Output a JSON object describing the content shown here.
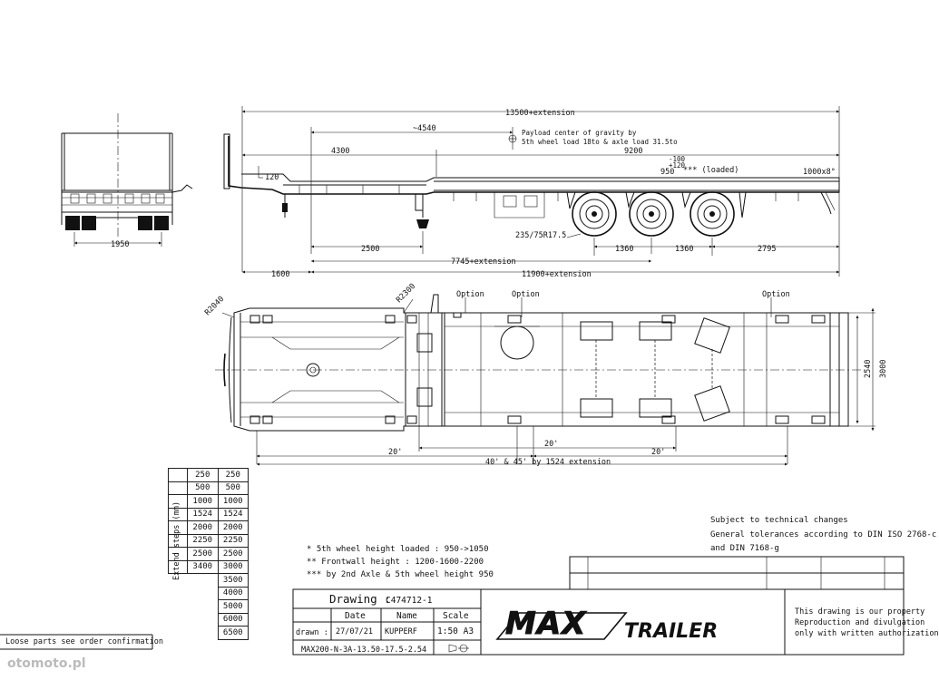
{
  "dimensions": {
    "overall_length": "13500+extension",
    "gooseneck_offset": "~4540",
    "king_pin_distance": "4300",
    "deck_length": "9200",
    "rear_ramp": "1000x8°",
    "gooseneck_height": "120",
    "fifth_wheel_loaded_height": "950",
    "fifth_wheel_tolerance_plus": "+120",
    "fifth_wheel_tolerance_minus": "-100",
    "loaded_note": "*** (loaded)",
    "payload_center_line1": "Payload center of gravity by",
    "payload_center_line2": "5th wheel load 18to & axle load 31.5to",
    "tyre_size": "235/75R17.5",
    "axle_spacing_1": "1360",
    "axle_spacing_2": "1360",
    "rear_overhang": "2795",
    "landing_gear_distance": "2500",
    "axle_distance_ext": "7745+extension",
    "front_overhang": "1600",
    "main_length_ext": "11900+extension",
    "front_view_width": "1950",
    "radius_front": "R2040",
    "radius_neck": "R2300",
    "inner_width": "2540",
    "outer_width": "3000",
    "container_20_a": "20'",
    "container_20_b": "20'",
    "container_20_c": "20'",
    "container_40_ext": "40' & 45' by 1524 extension",
    "option_1": "Option",
    "option_2": "Option",
    "option_3": "Option"
  },
  "extend_steps": {
    "label": "Extend steps (mm)",
    "col_a": [
      "250",
      "500",
      "1000",
      "1524",
      "2000",
      "2250",
      "2500",
      "3400"
    ],
    "col_b": [
      "250",
      "500",
      "1000",
      "1524",
      "2000",
      "2250",
      "2500",
      "3000",
      "3500",
      "4000",
      "5000",
      "6000",
      "6500"
    ]
  },
  "footnotes": [
    "* 5th wheel height loaded : 950->1050",
    "** Frontwall height : 1200-1600-2200",
    "*** by 2nd Axle & 5th wheel height 950"
  ],
  "tolerances": [
    "Subject to technical changes",
    "General tolerances according to DIN ISO 2768-c",
    "and DIN 7168-g"
  ],
  "title_block": {
    "drawing_label": "Drawing :",
    "drawing_number": "C474712-1",
    "date_header": "Date",
    "name_header": "Name",
    "scale_header": "Scale",
    "drawn_label": "drawn :",
    "date_value": "27/07/21",
    "name_value": "KUPPERF",
    "scale_value": "1:50 A3",
    "model_code": "MAX200-N-3A-13.50-17.5-2.54"
  },
  "logo": {
    "max": "MAX",
    "trailer": "TRAILER"
  },
  "property_note": [
    "This drawing is our property",
    "Reproduction and divulgation",
    "only with written authorization"
  ],
  "loose_parts": "Loose parts see order confirmation",
  "watermark": "otomoto.pl"
}
